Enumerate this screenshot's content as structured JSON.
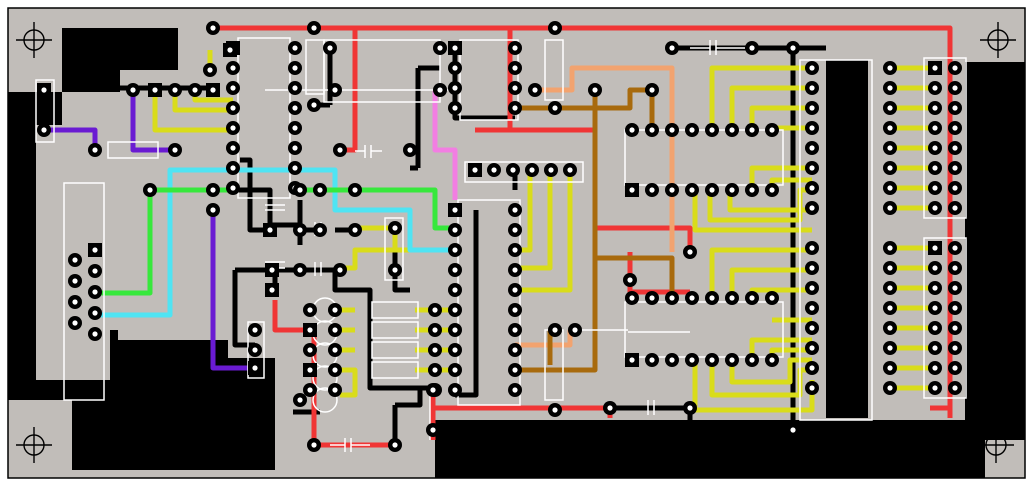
{
  "board": {
    "kind": "pcb-layout",
    "layers": [
      "copper-bottom",
      "jumper-wires",
      "silkscreen"
    ]
  },
  "colors": {
    "substrate": "#c1bdb9",
    "copper": "#000000",
    "pad_hole": "#ffffff",
    "silkscreen": "#ffffff",
    "jumper_red": "#f03535",
    "jumper_yellow": "#d9dc1a",
    "jumper_orange": "#f2a36f",
    "jumper_brown": "#a86a0d",
    "jumper_cyan": "#4fe4f3",
    "jumper_green": "#37e83c",
    "jumper_purple": "#6a1bd2",
    "jumper_pink": "#f27ee2"
  },
  "components": {
    "mounting_holes": [
      "fiducial-crosshair-icon",
      "fiducial-crosshair-icon",
      "fiducial-crosshair-icon",
      "fiducial-crosshair-icon"
    ],
    "ics": [
      "dip-16",
      "dip-8",
      "dip-16",
      "dip-14",
      "dip-14"
    ],
    "header_blocks": [
      "header-2x8",
      "header-2x8"
    ],
    "connectors": [
      "db-9-connector",
      "sip-6-header"
    ]
  }
}
